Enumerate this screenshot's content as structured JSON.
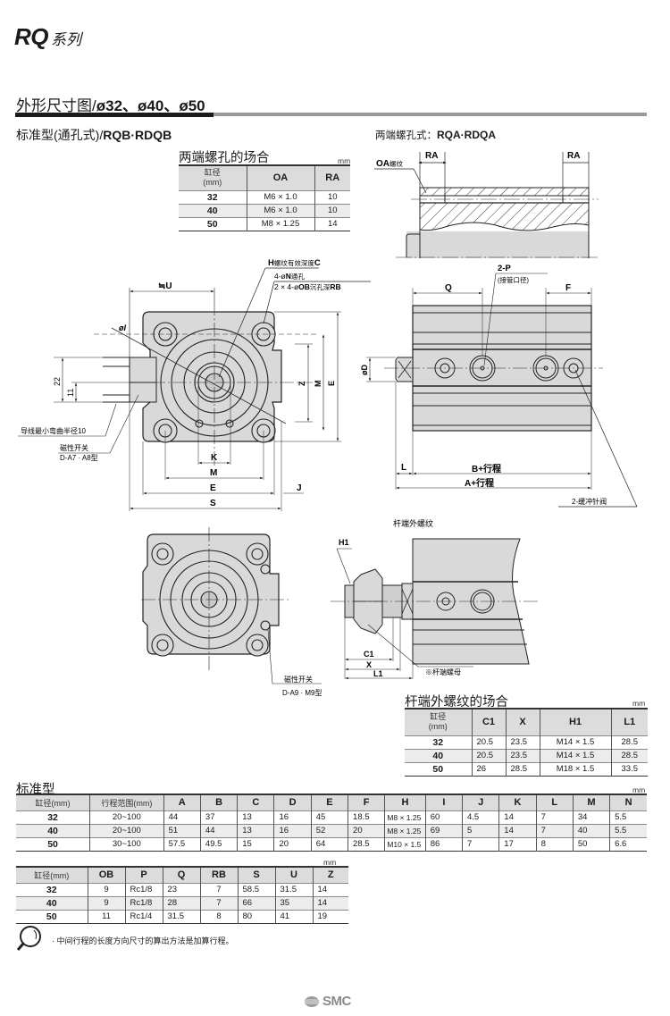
{
  "header": {
    "series_code": "RQ",
    "series_suffix": "系列",
    "section_title_prefix": "外形尺寸图/",
    "section_title_sizes": "ø32、ø40、ø50",
    "subtitle_prefix": "标准型(通孔式)/",
    "subtitle_model": "RQB·RDQB",
    "subtitle2_prefix": "两端螺孔式：",
    "subtitle2_model": "RQA·RDQA"
  },
  "both_end_tapped_table": {
    "title": "两端螺孔的场合",
    "unit": "mm",
    "headers": [
      "缸径\n(mm)",
      "OA",
      "RA"
    ],
    "header_bore_line1": "缸径",
    "header_bore_line2": "(mm)",
    "rows": [
      {
        "bore": "32",
        "OA": "M6 × 1.0",
        "RA": "10"
      },
      {
        "bore": "40",
        "OA": "M6 × 1.0",
        "RA": "10"
      },
      {
        "bore": "50",
        "OA": "M8 × 1.25",
        "RA": "14"
      }
    ]
  },
  "drawing_labels": {
    "oa_thread": "OA",
    "oa_thread_suffix": "螺纹",
    "ra": "RA",
    "h_thread": "H",
    "h_thread_mid": "螺纹有效深度",
    "h_thread_c": "C",
    "n_hole_prefix": "4-ø",
    "n_hole_n": "N",
    "n_hole_suffix": "通孔",
    "ob_prefix": "2 × 4-ø",
    "ob_ob": "OB",
    "ob_mid": "沉孔深",
    "ob_rb": "RB",
    "u": "≒U",
    "phi_i": "øI",
    "dim_22": "22",
    "dim_11": "11",
    "wire_bend": "导线最小弯曲半径10",
    "switch_label": "磁性开关",
    "switch_a7": "D-A7 · A8型",
    "switch_a9": "D-A9 · M9型",
    "z": "Z",
    "m": "M",
    "e": "E",
    "k": "K",
    "s": "S",
    "j": "J",
    "phi_d": "øD",
    "q": "Q",
    "f": "F",
    "p_port": "2-P",
    "p_port_sub": "(接管口径)",
    "l": "L",
    "b_stroke": "B+行程",
    "a_stroke": "A+行程",
    "cushion": "2-缓冲针阀",
    "rod_end_male": "杆端外螺纹",
    "h1": "H1",
    "c1": "C1",
    "x": "X",
    "l1": "L1",
    "rod_nut": "※杆端螺母"
  },
  "rod_end_table": {
    "title": "杆端外螺纹的场合",
    "unit": "mm",
    "header_bore_line1": "缸径",
    "header_bore_line2": "(mm)",
    "headers": [
      "C1",
      "X",
      "H1",
      "L1"
    ],
    "rows": [
      {
        "bore": "32",
        "C1": "20.5",
        "X": "23.5",
        "H1": "M14 × 1.5",
        "L1": "28.5"
      },
      {
        "bore": "40",
        "C1": "20.5",
        "X": "23.5",
        "H1": "M14 × 1.5",
        "L1": "28.5"
      },
      {
        "bore": "50",
        "C1": "26",
        "X": "28.5",
        "H1": "M18 × 1.5",
        "L1": "33.5"
      }
    ]
  },
  "standard_table": {
    "title": "标准型",
    "unit": "mm",
    "headers": [
      "缸径(mm)",
      "行程范围(mm)",
      "A",
      "B",
      "C",
      "D",
      "E",
      "F",
      "H",
      "I",
      "J",
      "K",
      "L",
      "M",
      "N"
    ],
    "rows": [
      [
        "32",
        "20~100",
        "44",
        "37",
        "13",
        "16",
        "45",
        "18.5",
        "M8 × 1.25",
        "60",
        "4.5",
        "14",
        "7",
        "34",
        "5.5"
      ],
      [
        "40",
        "20~100",
        "51",
        "44",
        "13",
        "16",
        "52",
        "20",
        "M8 × 1.25",
        "69",
        "5",
        "14",
        "7",
        "40",
        "5.5"
      ],
      [
        "50",
        "30~100",
        "57.5",
        "49.5",
        "15",
        "20",
        "64",
        "28.5",
        "M10 × 1.5",
        "86",
        "7",
        "17",
        "8",
        "50",
        "6.6"
      ]
    ]
  },
  "standard_table2": {
    "unit": "mm",
    "headers": [
      "缸径(mm)",
      "OB",
      "P",
      "Q",
      "RB",
      "S",
      "U",
      "Z"
    ],
    "rows": [
      [
        "32",
        "9",
        "Rc1/8",
        "23",
        "7",
        "58.5",
        "31.5",
        "14"
      ],
      [
        "40",
        "9",
        "Rc1/8",
        "28",
        "7",
        "66",
        "35",
        "14"
      ],
      [
        "50",
        "11",
        "Rc1/4",
        "31.5",
        "8",
        "80",
        "41",
        "19"
      ]
    ]
  },
  "note": {
    "icon": "magnifier-icon",
    "text": "· 中间行程的长度方向尺寸的算出方法是加算行程。"
  },
  "footer": {
    "logo_text": "SMC"
  }
}
